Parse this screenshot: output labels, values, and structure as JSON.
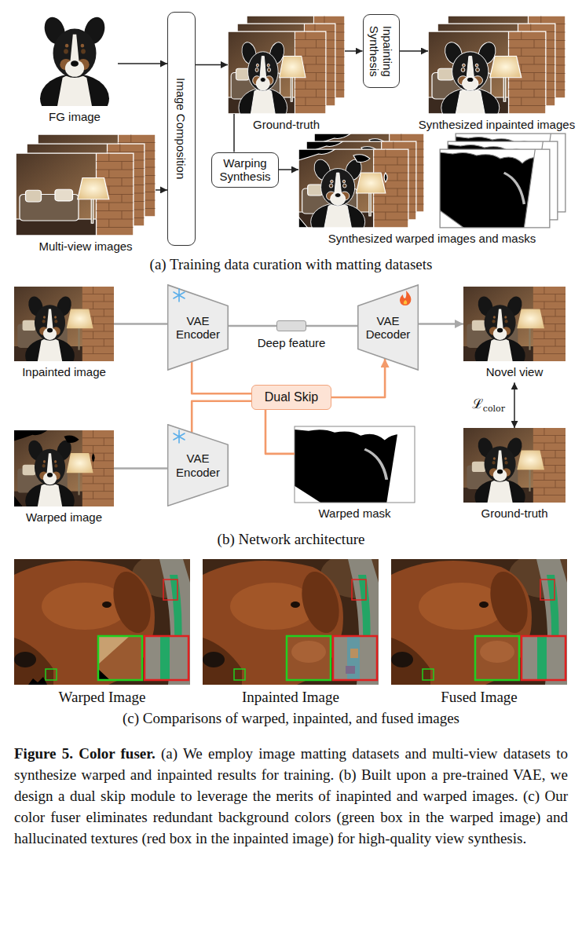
{
  "diagram": {
    "caption": "Figure 5. Color fuser. (a) We employ image matting datasets and multi-view datasets to synthesize warped and inpainted results for training. (b) Built upon a pre-trained VAE, we design a dual skip module to leverage the merits of inapinted and warped images. (c) Our color fuser eliminates redundant background colors (green box in the warped image) and hallucinated textures (red box in the inpainted image) for high-quality view synthesis.",
    "nodes": [
      {
        "text": [
          "FG image"
        ]
      },
      {
        "text": [
          "Multi-view images"
        ]
      },
      {
        "text": [
          "Image Composition"
        ]
      },
      {
        "text": [
          "Ground-truth"
        ]
      },
      {
        "text": [
          "Inpainting Synthesis"
        ]
      },
      {
        "text": [
          "Synthesized inpainted images"
        ]
      },
      {
        "text": [
          "Warping Synthesis"
        ]
      },
      {
        "text": [
          "Synthesized warped images and masks"
        ]
      },
      {
        "text": [
          "Inpainted image"
        ]
      },
      {
        "text": [
          "VAE Encoder"
        ]
      },
      {
        "text": [
          "Deep feature"
        ]
      },
      {
        "text": [
          "VAE Decoder"
        ]
      },
      {
        "text": [
          "Novel view"
        ]
      },
      {
        "text": [
          "Dual Skip"
        ]
      },
      {
        "text": [
          "Warped image"
        ]
      },
      {
        "text": [
          "VAE Encoder"
        ]
      },
      {
        "text": [
          "Warped mask"
        ]
      },
      {
        "text": [
          "Ground-truth"
        ]
      },
      {
        "text": [
          "Warped Image"
        ]
      },
      {
        "text": [
          "Inpainted Image"
        ]
      },
      {
        "text": [
          "Fused Image"
        ]
      }
    ],
    "edges": [
      {
        "from": 0,
        "to": 2,
        "arrow": "to"
      },
      {
        "from": 1,
        "to": 2,
        "arrow": "to"
      },
      {
        "from": 2,
        "to": 3,
        "arrow": "to"
      },
      {
        "from": 3,
        "to": 4,
        "arrow": "to"
      },
      {
        "from": 4,
        "to": 5,
        "arrow": "to"
      },
      {
        "from": 3,
        "to": 6,
        "arrow": "none"
      },
      {
        "from": 6,
        "to": 7,
        "arrow": "to"
      },
      {
        "from": 8,
        "to": 9,
        "arrow": "none"
      },
      {
        "from": 9,
        "to": 10,
        "arrow": "none"
      },
      {
        "from": 10,
        "to": 11,
        "arrow": "none"
      },
      {
        "from": 11,
        "to": 12,
        "arrow": "to"
      },
      {
        "from": 14,
        "to": 15,
        "arrow": "none"
      },
      {
        "from": 9,
        "to": 13,
        "arrow": "none"
      },
      {
        "from": 15,
        "to": 13,
        "arrow": "none"
      },
      {
        "from": 13,
        "to": 11,
        "arrow": "to"
      },
      {
        "from": 13,
        "to": 16,
        "arrow": "none"
      },
      {
        "from": 12,
        "to": 17,
        "label": "ℒcolor",
        "arrow": "both"
      }
    ],
    "labels": [
      "(a) Training data curation with matting datasets",
      "(b) Network architecture",
      "(c) Comparisons of warped, inpainted, and fused images"
    ]
  }
}
